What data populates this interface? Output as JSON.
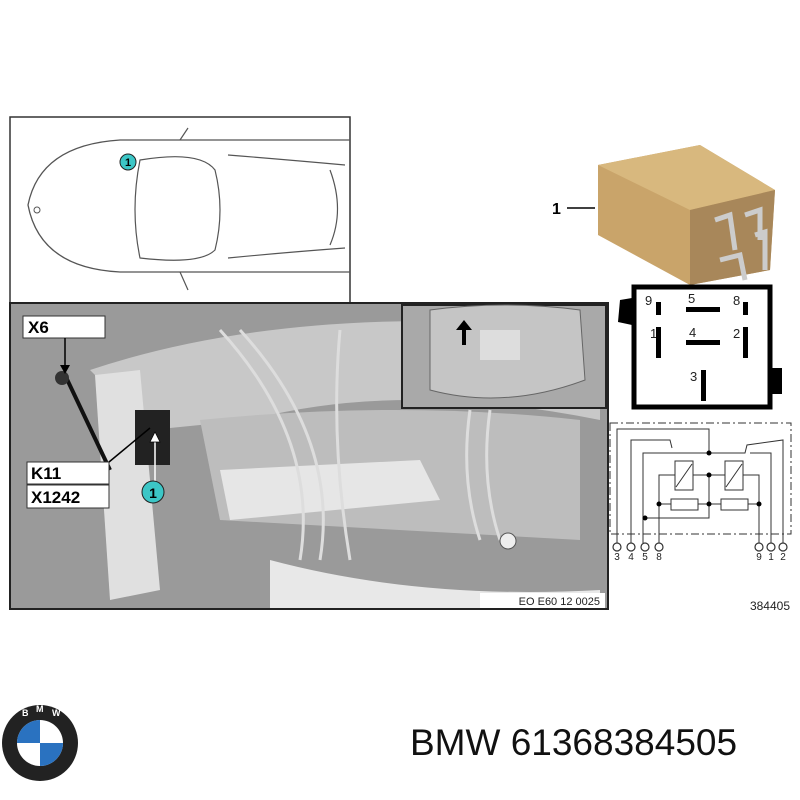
{
  "car_diagram": {
    "callout": "1"
  },
  "photo": {
    "labels": {
      "x6": "X6",
      "k11": "K11",
      "x1242": "X1242"
    },
    "callout": "1",
    "image_code": "EO E60 12 0025"
  },
  "relay": {
    "callout": "1",
    "body_color": "#c9a46a",
    "pins": [
      "9",
      "5",
      "8",
      "1",
      "4",
      "2",
      "3"
    ],
    "schematic_pins_left": [
      "3",
      "4",
      "5",
      "8"
    ],
    "schematic_pins_right": [
      "9",
      "1",
      "2"
    ],
    "drawing_number": "384405"
  },
  "brand": {
    "logo": "bmw-logo",
    "name": "BMW",
    "part_number": "61368384505",
    "title": "BMW 61368384505"
  }
}
